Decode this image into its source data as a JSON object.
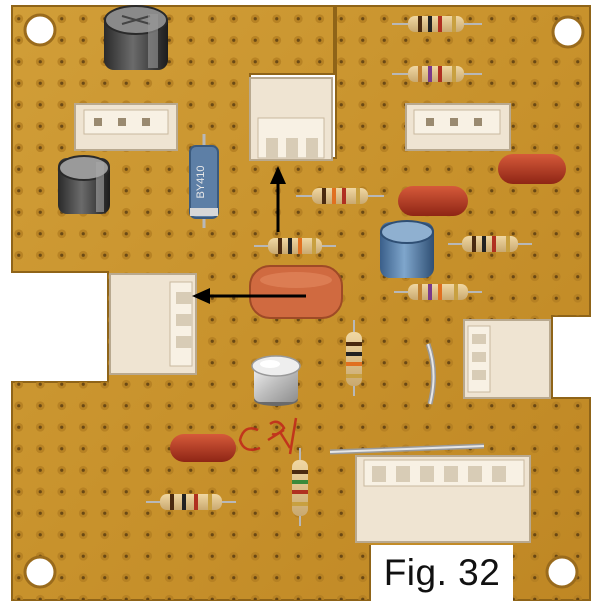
{
  "photo": {
    "subject": "perfboard",
    "board_color": "#c9962e",
    "pad_color": "#b07a1e",
    "background_color": "#ffffff",
    "arrow_color": "#000000",
    "component_marking": "BY410",
    "handwritten_mark": "CRI"
  },
  "figure": {
    "caption": "Fig. 32"
  }
}
